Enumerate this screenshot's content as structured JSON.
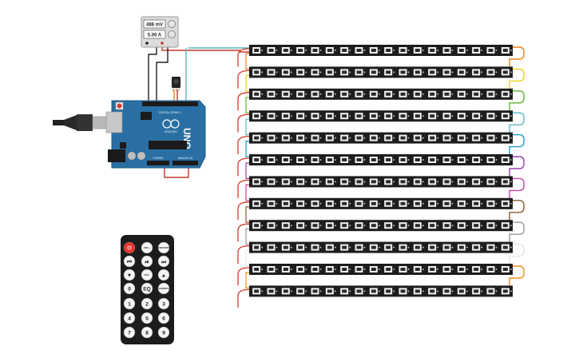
{
  "power_supply": {
    "voltage_readout": "488 mV",
    "current_readout": "5.00 A"
  },
  "arduino": {
    "logo_text": "UNO",
    "brand_text": "ARDUINO",
    "digital_label": "DIGITAL (PWM~)",
    "power_label": "POWER",
    "analog_label": "ANALOG IN"
  },
  "led_strips": {
    "count": 12,
    "leds_per_strip": 18,
    "wire_colors": [
      "#e8821e",
      "#e6d21c",
      "#5fb832",
      "#58b8c2",
      "#1e9cc8",
      "#9b3fb0",
      "#c23fa8",
      "#8a5a2c",
      "#9a9a9a",
      "#e6e6e6",
      "#e8921e",
      "#e8921e"
    ],
    "strip_color": "#1d1d1d",
    "rail_color": "#d43a2a"
  },
  "remote": {
    "buttons": [
      {
        "name": "power",
        "label": "⏻"
      },
      {
        "name": "vol-plus",
        "label": "VOL+"
      },
      {
        "name": "func-stop",
        "label": "FUNC/STOP"
      },
      {
        "name": "rewind",
        "label": "⏮"
      },
      {
        "name": "play-pause",
        "label": "⏯"
      },
      {
        "name": "forward",
        "label": "⏭"
      },
      {
        "name": "down",
        "label": "▼"
      },
      {
        "name": "vol-minus",
        "label": "VOL-"
      },
      {
        "name": "up",
        "label": "▲"
      },
      {
        "name": "zero",
        "label": "0"
      },
      {
        "name": "eq",
        "label": "EQ"
      },
      {
        "name": "st-rept",
        "label": "ST/REPT"
      },
      {
        "name": "one",
        "label": "1"
      },
      {
        "name": "two",
        "label": "2"
      },
      {
        "name": "three",
        "label": "3"
      },
      {
        "name": "four",
        "label": "4"
      },
      {
        "name": "five",
        "label": "5"
      },
      {
        "name": "six",
        "label": "6"
      },
      {
        "name": "seven",
        "label": "7"
      },
      {
        "name": "eight",
        "label": "8"
      },
      {
        "name": "nine",
        "label": "9"
      }
    ]
  }
}
